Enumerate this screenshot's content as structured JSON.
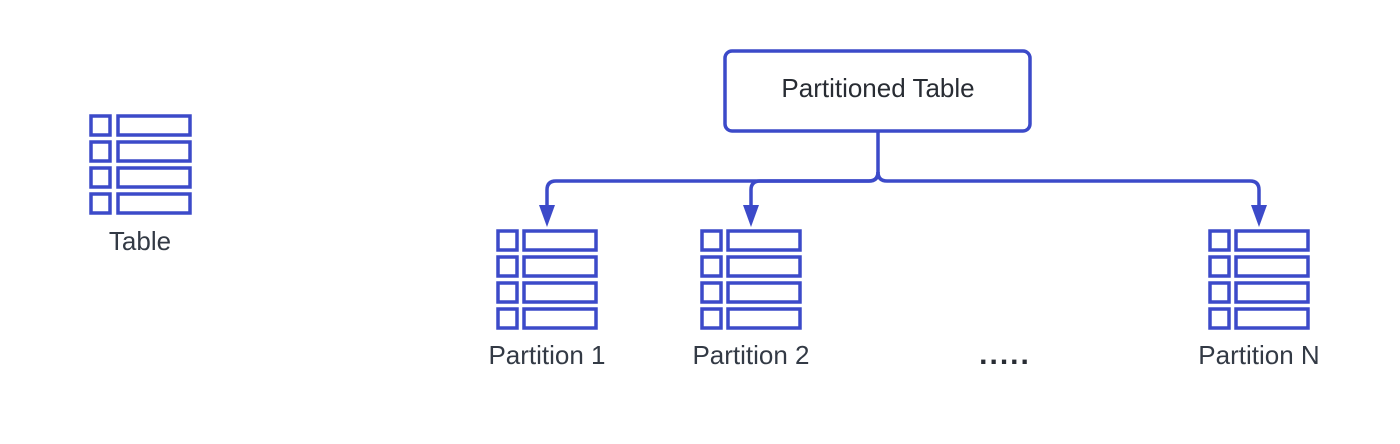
{
  "diagram": {
    "standalone_table": {
      "label": "Table",
      "icon": "table-icon"
    },
    "root": {
      "label": "Partitioned Table"
    },
    "partitions": [
      {
        "label": "Partition 1",
        "icon": "table-icon"
      },
      {
        "label": "Partition 2",
        "icon": "table-icon"
      },
      {
        "label": "Partition N",
        "icon": "table-icon"
      }
    ],
    "ellipsis": "....."
  },
  "colors": {
    "accent": "#3c4ac9",
    "text": "#333a45",
    "background": "#ffffff"
  }
}
